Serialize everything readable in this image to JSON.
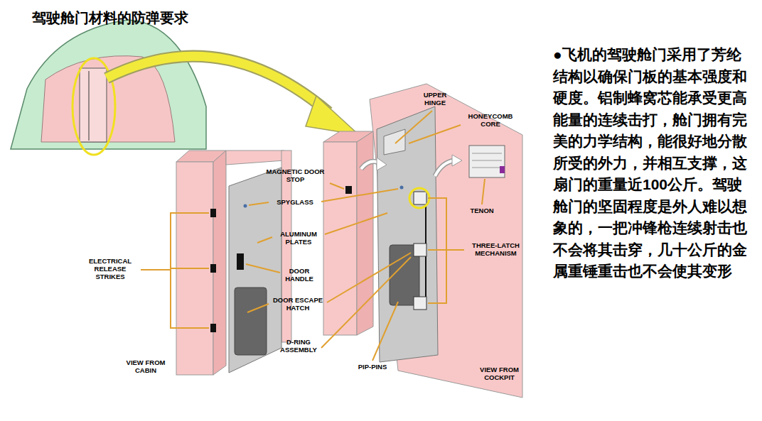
{
  "diagram": {
    "title": "驾驶舱门材料的防弹要求",
    "labels": [
      "●飞机的驾驶舱门采用了芳纶结构以确保门板的基本强度和硬度。铝制蜂窝芯能承受更高能量的连续击打，舱门拥有完美的力学结构，能很好地分散所受的外力，并相互支撑，这扇门的重量近100公斤。驾驶舱门的坚固程度是外人难以想象的，一把冲锋枪连续射击也不会将其击穿，几十公斤的金属重锤重击也不会使其变形",
      "UPPER HINGE",
      "HONEYCOMB CORE",
      "MAGNETIC DOOR STOP",
      "SPYGLASS",
      "TENON",
      "ALUMINUM PLATES",
      "THREE-LATCH MECHANISM",
      "ELECTRICAL RELEASE STRIKES",
      "DOOR HANDLE",
      "DOOR ESCAPE HATCH",
      "D-RING ASSEMBLY",
      "PIP-PINS",
      "VIEW FROM CABIN",
      "VIEW FROM COCKPIT"
    ]
  }
}
